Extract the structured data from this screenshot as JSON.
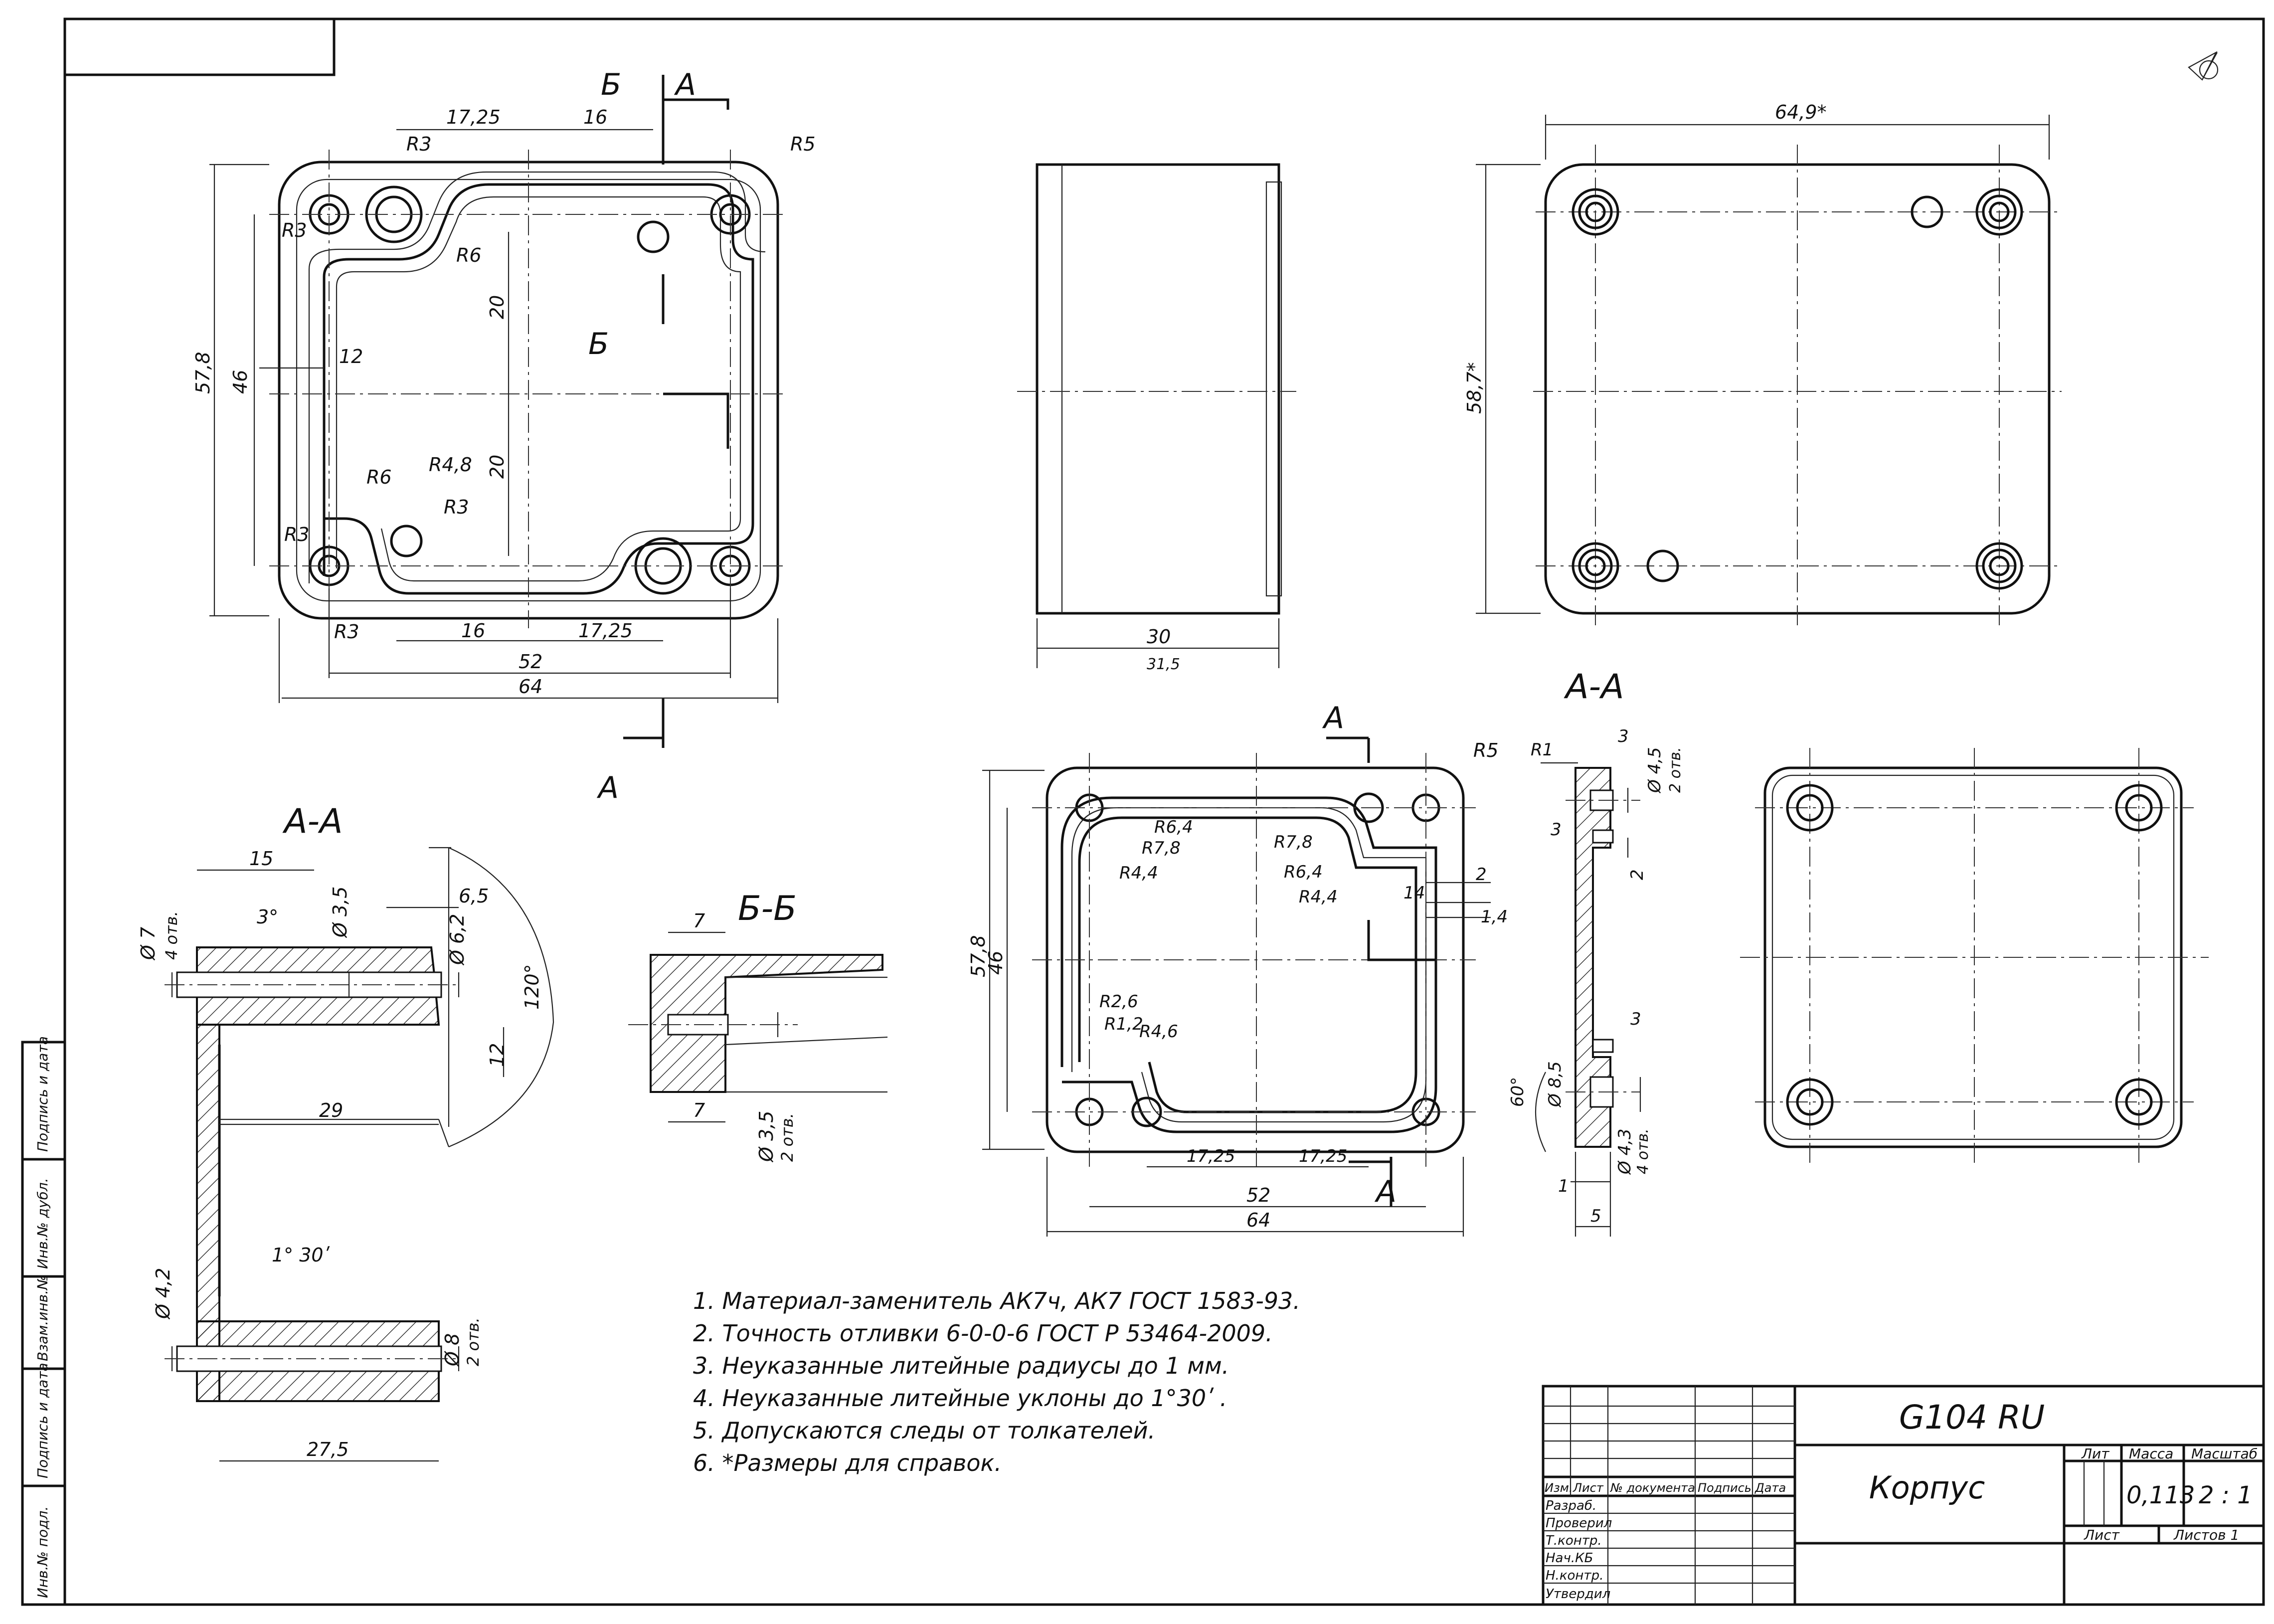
{
  "title_block": {
    "designation": "G104 RU",
    "part_name": "Корпус",
    "lit_label": "Лит",
    "mass_label": "Масса",
    "scale_label": "Масштаб",
    "mass_value": "0,113",
    "scale_value": "2 : 1",
    "sheet_label": "Лист",
    "sheets_label": "Листов 1",
    "col_izm": "Изм.",
    "col_list": "Лист",
    "col_doc": "№ документа",
    "col_sign": "Подпись",
    "col_date": "Дата",
    "roles": [
      "Разраб.",
      "Проверил",
      "Т.контр.",
      "Нач.КБ",
      "Н.контр.",
      "Утвердил"
    ]
  },
  "side_stamp": [
    "Инв.№ подл.",
    "Подпись и дата",
    "Взам.инв.№",
    "Инв.№ дубл.",
    "Подпись и дата"
  ],
  "notes": [
    "1. Материал-заменитель АК7ч, АК7 ГОСТ 1583-93.",
    "2. Точность отливки 6-0-0-6 ГОСТ Р 53464-2009.",
    "3. Неуказанные литейные радиусы до 1 мм.",
    "4. Неуказанные литейные уклоны до 1°30ʹ .",
    "5. Допускаются следы от толкателей.",
    "6.  *Размеры для справок."
  ],
  "views": {
    "top": {
      "dims": [
        "17,25",
        "16",
        "R3",
        "R5",
        "R3",
        "R6",
        "20",
        "20",
        "12",
        "46",
        "57,8",
        "R6",
        "R4,8",
        "R3",
        "R3",
        "R3",
        "16",
        "17,25",
        "52",
        "64"
      ],
      "section_marks": [
        "Б",
        "А",
        "Б",
        "А"
      ]
    },
    "side": {
      "dims": [
        "30",
        "31,5"
      ]
    },
    "back": {
      "dims": [
        "64,9*",
        "58,7*"
      ]
    },
    "section_aa_left": {
      "title": "А-А",
      "dims": [
        "15",
        "3°",
        "Ø 3,5",
        "6,5",
        "Ø 6,2",
        "Ø 7",
        "4 отв.",
        "120°",
        "12",
        "29",
        "1° 30ʹ",
        "Ø 4,2",
        "Ø 8",
        "2 отв.",
        "27,5"
      ]
    },
    "section_bb": {
      "title": "Б-Б",
      "dims": [
        "7",
        "7",
        "Ø 3,5",
        "2 отв."
      ]
    },
    "lid_top": {
      "section_marks": [
        "А",
        "А"
      ],
      "dims": [
        "R5",
        "R6,4",
        "R7,8",
        "R4,4",
        "R7,8",
        "R6,4",
        "R4,4",
        "2",
        "14",
        "1,4",
        "57,8",
        "46",
        "R2,6",
        "R1,2",
        "R4,6",
        "17,25",
        "17,25",
        "52",
        "64"
      ]
    },
    "lid_section": {
      "title": "А-А",
      "dims": [
        "R1",
        "3",
        "Ø 4,5",
        "2 отв.",
        "3",
        "2",
        "3",
        "60°",
        "Ø 8,5",
        "Ø 4,3",
        "4 отв.",
        "1",
        "5"
      ]
    }
  }
}
